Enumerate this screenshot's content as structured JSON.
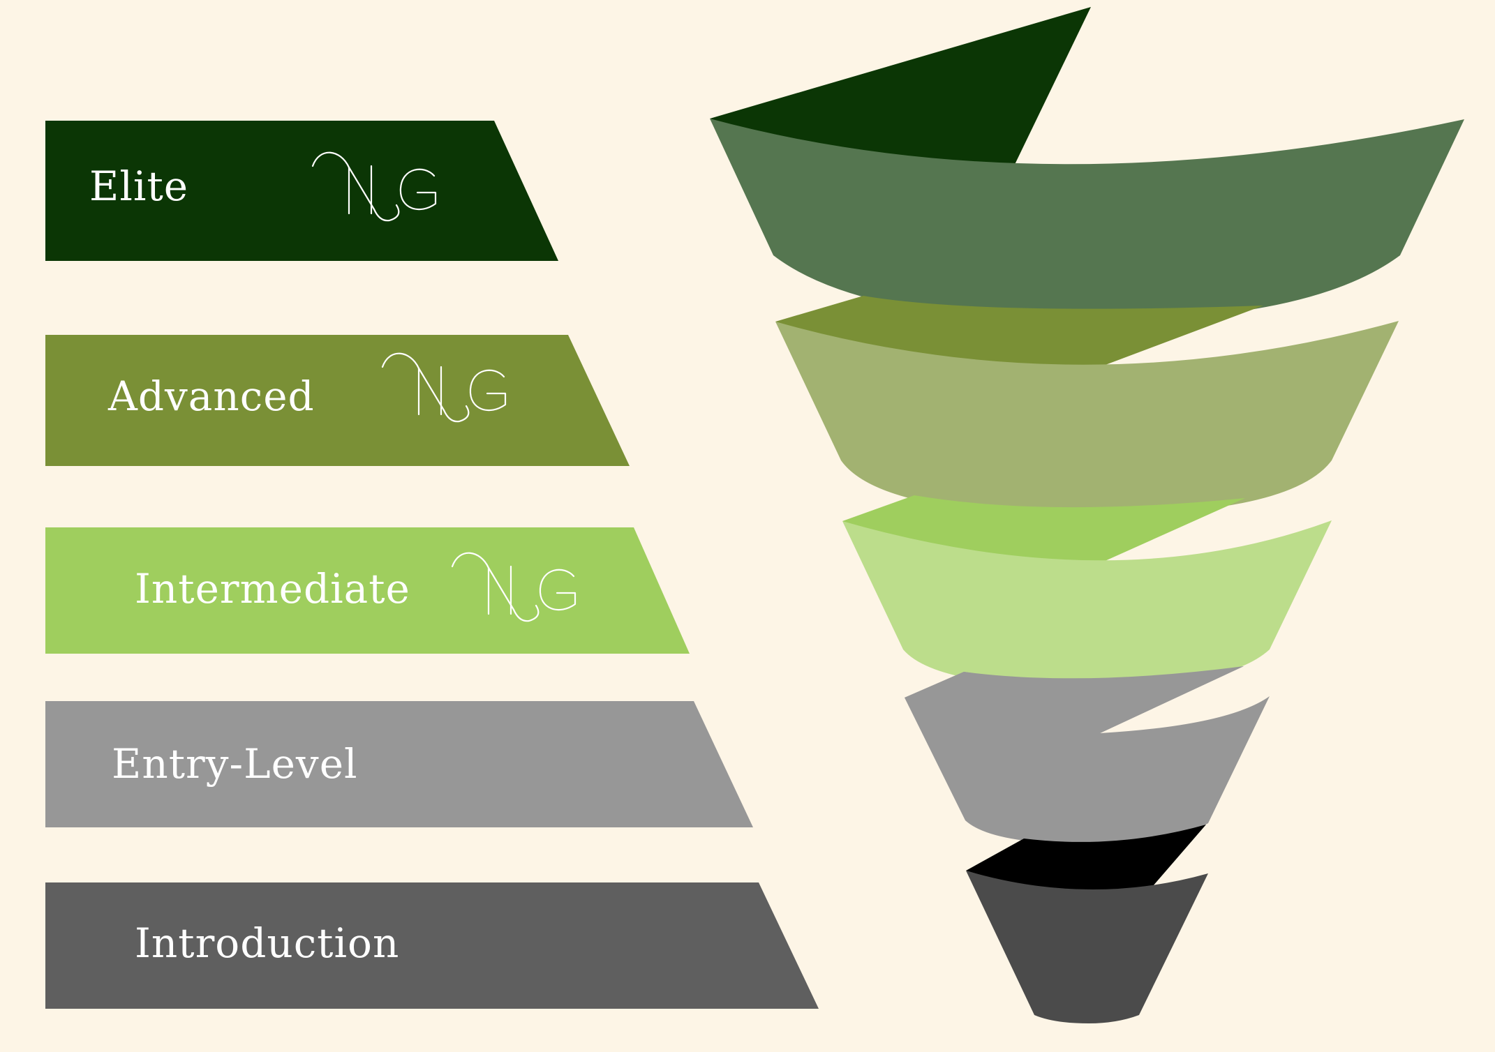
{
  "tiers": [
    {
      "id": "elite",
      "label": "Elite",
      "color": "#0b3605",
      "has_logo": true
    },
    {
      "id": "advanced",
      "label": "Advanced",
      "color": "#7a9036",
      "has_logo": true
    },
    {
      "id": "intermediate",
      "label": "Intermediate",
      "color": "#9fce5e",
      "has_logo": true
    },
    {
      "id": "entry-level",
      "label": "Entry-Level",
      "color": "#979797",
      "has_logo": false
    },
    {
      "id": "introduction",
      "label": "Introduction",
      "color": "#5f5f5f",
      "has_logo": false
    }
  ],
  "funnel": {
    "band_colors": [
      "#557650",
      "#a2b271",
      "#bcdd8b",
      "#979797",
      "#4b4b4b"
    ],
    "inner_colors": [
      "#0b3605",
      "#7a9036",
      "#9fce5e",
      "#979797",
      "#000000"
    ]
  },
  "logo": {
    "icon": "mg-monogram-logo"
  }
}
